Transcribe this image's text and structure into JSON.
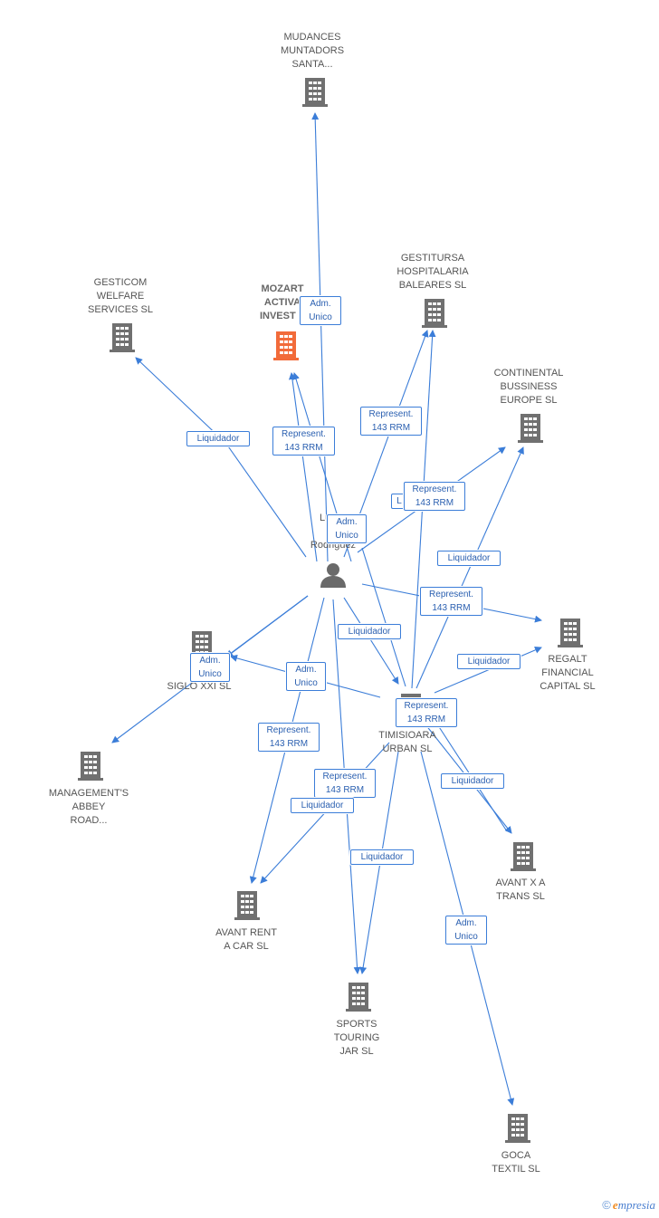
{
  "colors": {
    "edge": "#3b7dd8",
    "building": "#707070",
    "building_main": "#f26b3a",
    "person": "#6a6a6a"
  },
  "person": {
    "label": "Luis A\nGo\nRodriguez",
    "icon": "person-icon"
  },
  "companies": {
    "mudances": "MUDANCES\nMUNTADORS\nSANTA...",
    "mozart": "MOZART\nACTIVA\nINVEST S",
    "gesticom": "GESTICOM\nWELFARE\nSERVICES SL",
    "gestitursa": "GESTITURSA\nHOSPITALARIA\nBALEARES SL",
    "continental": "CONTINENTAL\nBUSSINESS\nEUROPE SL",
    "pin": "PIN\nSIGLO XXI SL",
    "regalt": "REGALT\nFINANCIAL\nCAPITAL SL",
    "timisioara": "TIMISIOARA\nURBAN SL",
    "management": "MANAGEMENT'S\nABBEY\nROAD...",
    "avantx": "AVANT X A\nTRANS SL",
    "avantrent": "AVANT RENT\nA CAR SL",
    "sports": "SPORTS\nTOURING\nJAR SL",
    "goca": "GOCA\nTEXTIL SL"
  },
  "edge_labels": {
    "adm_mudances": "Adm.\nUnico",
    "rep_mozart": "Represent.\n143 RRM",
    "liq_gesticom": "Liquidador",
    "rep_gestitursa": "Represent.\n143 RRM",
    "liq_hidden": "L",
    "rep_continental": "Represent.\n143 RRM",
    "adm_person": "Adm.\nUnico",
    "liq_continental": "Liquidador",
    "rep_regalt": "Represent.\n143 RRM",
    "liq_timisioara": "Liquidador",
    "adm_pin": "Adm.\nUnico",
    "adm_pin2": "Adm.\nUnico",
    "liq_regalt": "Liquidador",
    "rep_timisioara": "Represent.\n143 RRM",
    "rep_avantrent": "Represent.\n143 RRM",
    "rep_sports": "Represent.\n143 RRM",
    "liq_avantx": "Liquidador",
    "liq_avantrent": "Liquidador",
    "liq_sports": "Liquidador",
    "adm_goca": "Adm.\nUnico"
  },
  "brand": {
    "copyright": "©",
    "e": "e",
    "rest": "mpresia"
  }
}
